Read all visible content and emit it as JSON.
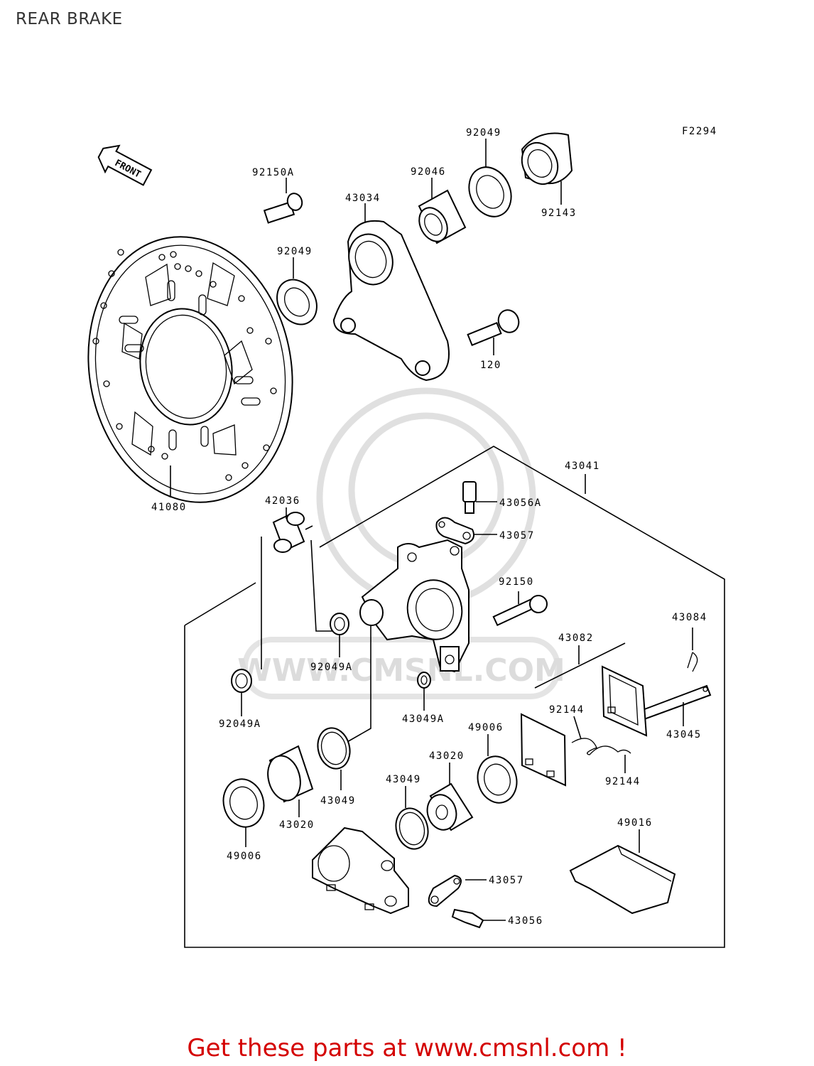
{
  "page": {
    "title": "REAR BRAKE",
    "figure_code": "F2294",
    "front_label": "FRONT",
    "watermark": "WWW.CMSNL.COM",
    "footer": "Get these parts at www.cmsnl.com !"
  },
  "part_labels": {
    "p92049_top": "92049",
    "p92046": "92046",
    "p92143": "92143",
    "p92150A": "92150A",
    "p43034": "43034",
    "p92049_mid": "92049",
    "p120": "120",
    "p41080": "41080",
    "p43041": "43041",
    "p42036": "42036",
    "p43056A": "43056A",
    "p43057_top": "43057",
    "p92150": "92150",
    "p43084": "43084",
    "p43082": "43082",
    "p92049A_a": "92049A",
    "p92049A_b": "92049A",
    "p43049A": "43049A",
    "p92144_a": "92144",
    "p92144_b": "92144",
    "p43045": "43045",
    "p49006_r": "49006",
    "p43020_r": "43020",
    "p43049_r": "43049",
    "p43049_l": "43049",
    "p43020_l": "43020",
    "p49006_l": "49006",
    "p49016": "49016",
    "p43057_bot": "43057",
    "p43056": "43056"
  }
}
